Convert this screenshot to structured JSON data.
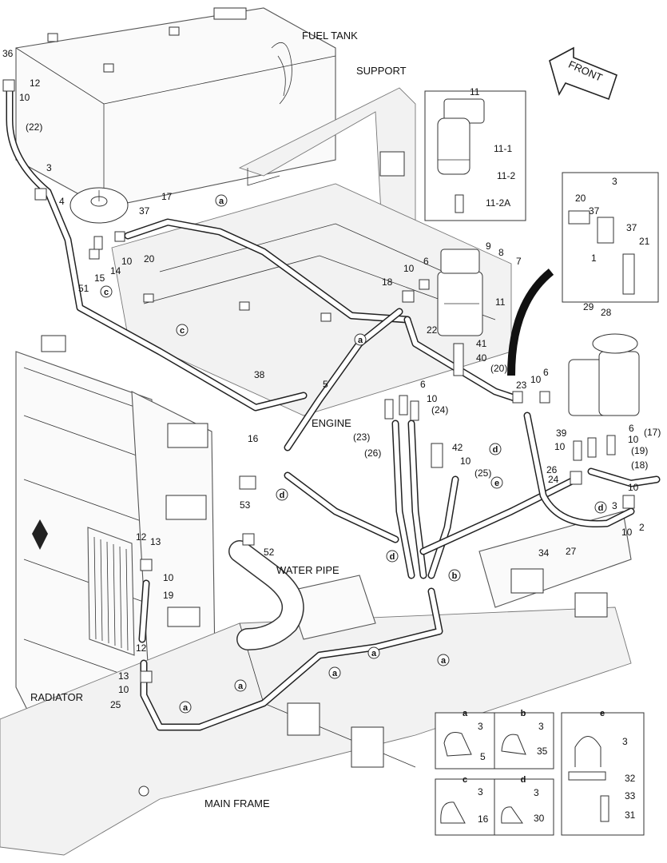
{
  "areas": {
    "fuel_tank": "FUEL TANK",
    "support": "SUPPORT",
    "front": "FRONT",
    "engine": "ENGINE",
    "water_pipe": "WATER PIPE",
    "radiator": "RADIATOR",
    "main_frame": "MAIN FRAME"
  },
  "part_labels": {
    "p36": "36",
    "p12a": "12",
    "p10a": "10",
    "p22a": "(22)",
    "p3a": "3",
    "p4": "4",
    "p17a": "17",
    "p37a": "37",
    "p20a": "20",
    "p10b": "10",
    "p14": "14",
    "p15": "15",
    "p51": "51",
    "p18a": "18",
    "p10c": "10",
    "p6a": "6",
    "p22b": "22",
    "p38": "38",
    "p5": "5",
    "p16": "16",
    "p53": "53",
    "p52": "52",
    "p11": "11",
    "p11_1": "11-1",
    "p11_2": "11-2",
    "p11_2a": "11-2A",
    "p9": "9",
    "p8": "8",
    "p7": "7",
    "p11b": "11",
    "p41": "41",
    "p40": "40",
    "p20b": "(20)",
    "p23a": "23",
    "p10d": "10",
    "p6b": "6",
    "p6c": "6",
    "p10e": "10",
    "p24a": "(24)",
    "p23b": "(23)",
    "p26a": "(26)",
    "p42": "42",
    "p10f": "10",
    "p25a": "(25)",
    "p3b": "3",
    "p20c": "20",
    "p37b": "37",
    "p37c": "37",
    "p21": "21",
    "p1": "1",
    "p29": "29",
    "p28": "28",
    "p39": "39",
    "p10g": "10",
    "p6d": "6",
    "p10h": "10",
    "p17b": "(17)",
    "p19a": "(19)",
    "p18b": "(18)",
    "p26b": "26",
    "p24b": "24",
    "p10i": "10",
    "p3c": "3",
    "p2": "2",
    "p10j": "10",
    "p34": "34",
    "p27": "27",
    "p12b": "12",
    "p13a": "13",
    "p10k": "10",
    "p19b": "19",
    "p12c": "12",
    "p13b": "13",
    "p10l": "10",
    "p25b": "25"
  },
  "clamp_markers": {
    "a": "a",
    "b": "b",
    "c": "c",
    "d": "d",
    "e": "e"
  },
  "legend": {
    "a": {
      "title": "a",
      "bolt": "3",
      "part": "5"
    },
    "b": {
      "title": "b",
      "bolt": "3",
      "part": "35"
    },
    "c": {
      "title": "c",
      "bolt": "3",
      "part": "16"
    },
    "d": {
      "title": "d",
      "bolt": "3",
      "part": "30"
    },
    "e": {
      "title": "e",
      "bolt": "3",
      "upper": "32",
      "middle": "33",
      "lower": "31"
    }
  }
}
